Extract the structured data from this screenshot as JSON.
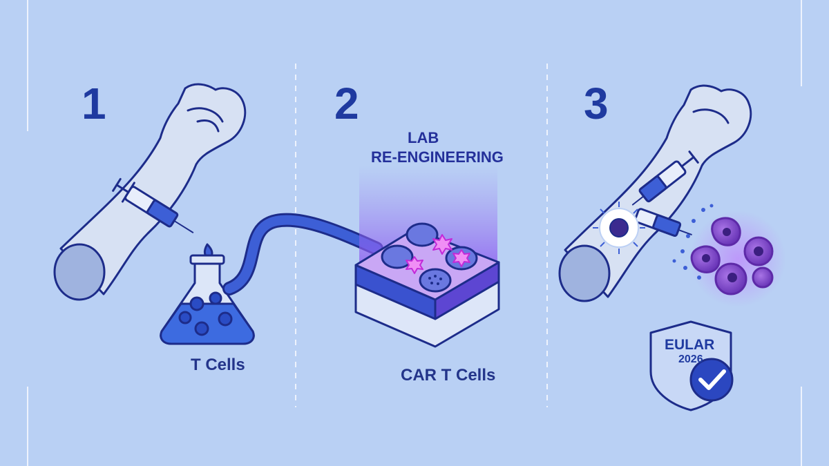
{
  "steps": [
    {
      "number": "1",
      "caption": "T Cells"
    },
    {
      "number": "2",
      "title_line1": "LAB",
      "title_line2": "RE-ENGINEERING",
      "caption": "CAR T Cells"
    },
    {
      "number": "3"
    }
  ],
  "badge": {
    "line1": "EULAR",
    "line2": "2026"
  },
  "colors": {
    "background": "#b9d0f4",
    "outline": "#1d2c8a",
    "skin": "#d7e1f3",
    "accent_blue": "#3d5fd6",
    "cell_purple": "#7a44c8",
    "glow_pink": "#d63cf0"
  },
  "icons": [
    "arm-icon",
    "syringe-icon",
    "flask-icon",
    "tube-icon",
    "petri-tray-icon",
    "check-shield-icon"
  ]
}
